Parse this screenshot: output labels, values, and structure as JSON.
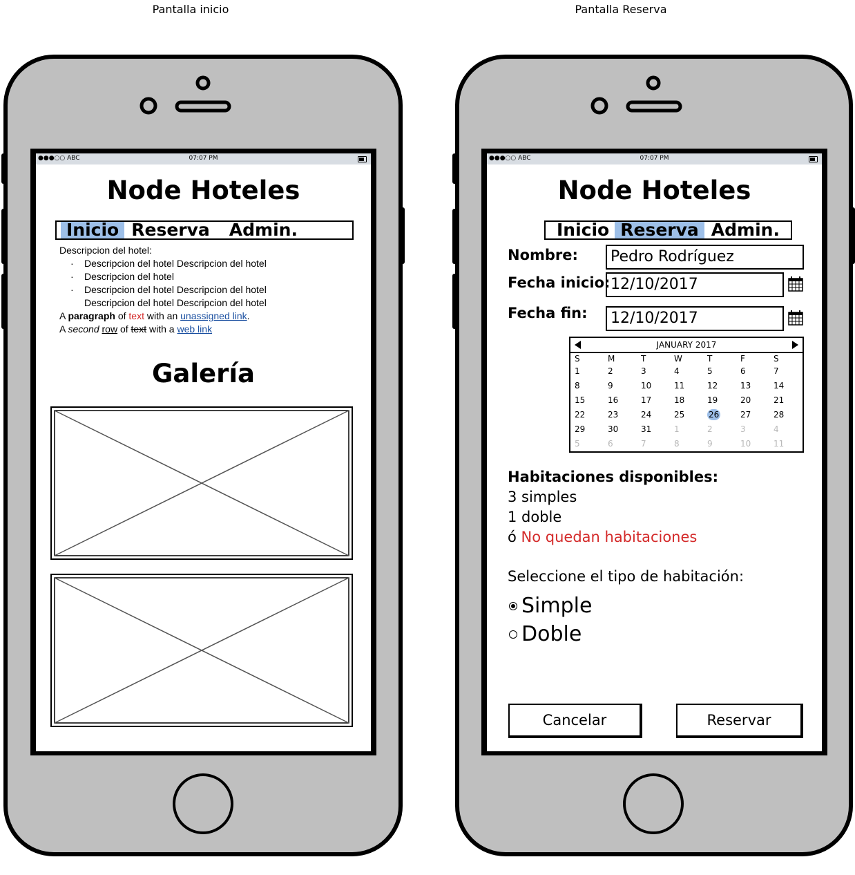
{
  "captions": {
    "left": "Pantalla inicio",
    "right": "Pantalla Reserva"
  },
  "statusbar": {
    "carrier": "●●●○○ ABC",
    "time": "07:07 PM"
  },
  "app": {
    "title": "Node Hoteles",
    "tabs": [
      "Inicio",
      "Reserva",
      "Admin."
    ]
  },
  "home": {
    "description_heading": "Descripcion del hotel:",
    "bullets": [
      "Descripcion del hotel Descripcion del hotel",
      "Descripcion del hotel",
      "Descripcion del hotel Descripcion del hotel"
    ],
    "continuation": "Descripcion del hotel Descripcion del hotel",
    "paragraph1": {
      "a": "A ",
      "bold": "paragraph",
      "of": " of ",
      "red": "text",
      "with": " with an ",
      "link": "unassigned link",
      "end": "."
    },
    "paragraph2": {
      "a": "A ",
      "italic": "second",
      "sp": " ",
      "underlined": "row",
      "of": " of ",
      "strike": "text",
      "with": " with a ",
      "link": "web link"
    },
    "gallery_title": "Galería"
  },
  "reserva": {
    "nombre_label": "Nombre:",
    "nombre_value": "Pedro Rodríguez",
    "fecha_inicio_label": "Fecha inicio:",
    "fecha_inicio_value": "12/10/2017",
    "fecha_fin_label": "Fecha fin:",
    "fecha_fin_value": "12/10/2017",
    "calendar": {
      "month": "JANUARY 2017",
      "days_of_week": [
        "S",
        "M",
        "T",
        "W",
        "T",
        "F",
        "S"
      ],
      "weeks": [
        [
          "1",
          "2",
          "3",
          "4",
          "5",
          "6",
          "7"
        ],
        [
          "8",
          "9",
          "10",
          "11",
          "12",
          "13",
          "14"
        ],
        [
          "15",
          "16",
          "17",
          "18",
          "19",
          "20",
          "21"
        ],
        [
          "22",
          "23",
          "24",
          "25",
          "26",
          "27",
          "28"
        ],
        [
          "29",
          "30",
          "31",
          "1",
          "2",
          "3",
          "4"
        ],
        [
          "5",
          "6",
          "7",
          "8",
          "9",
          "10",
          "11"
        ]
      ],
      "selected": "26"
    },
    "availability_heading": "Habitaciones disponibles:",
    "availability_lines": [
      "3 simples",
      "1 doble"
    ],
    "availability_or": "ó ",
    "availability_none": "No quedan habitaciones",
    "room_type_prompt": "Seleccione el tipo de habitación:",
    "room_options": [
      "Simple",
      "Doble"
    ],
    "selected_option": "Simple",
    "cancel_label": "Cancelar",
    "reserve_label": "Reservar"
  },
  "colors": {
    "tab_active": "#9dbfe8",
    "error_red": "#d42a2a",
    "link_blue": "#1a4fa0",
    "phone_body": "#bfbfbf"
  }
}
